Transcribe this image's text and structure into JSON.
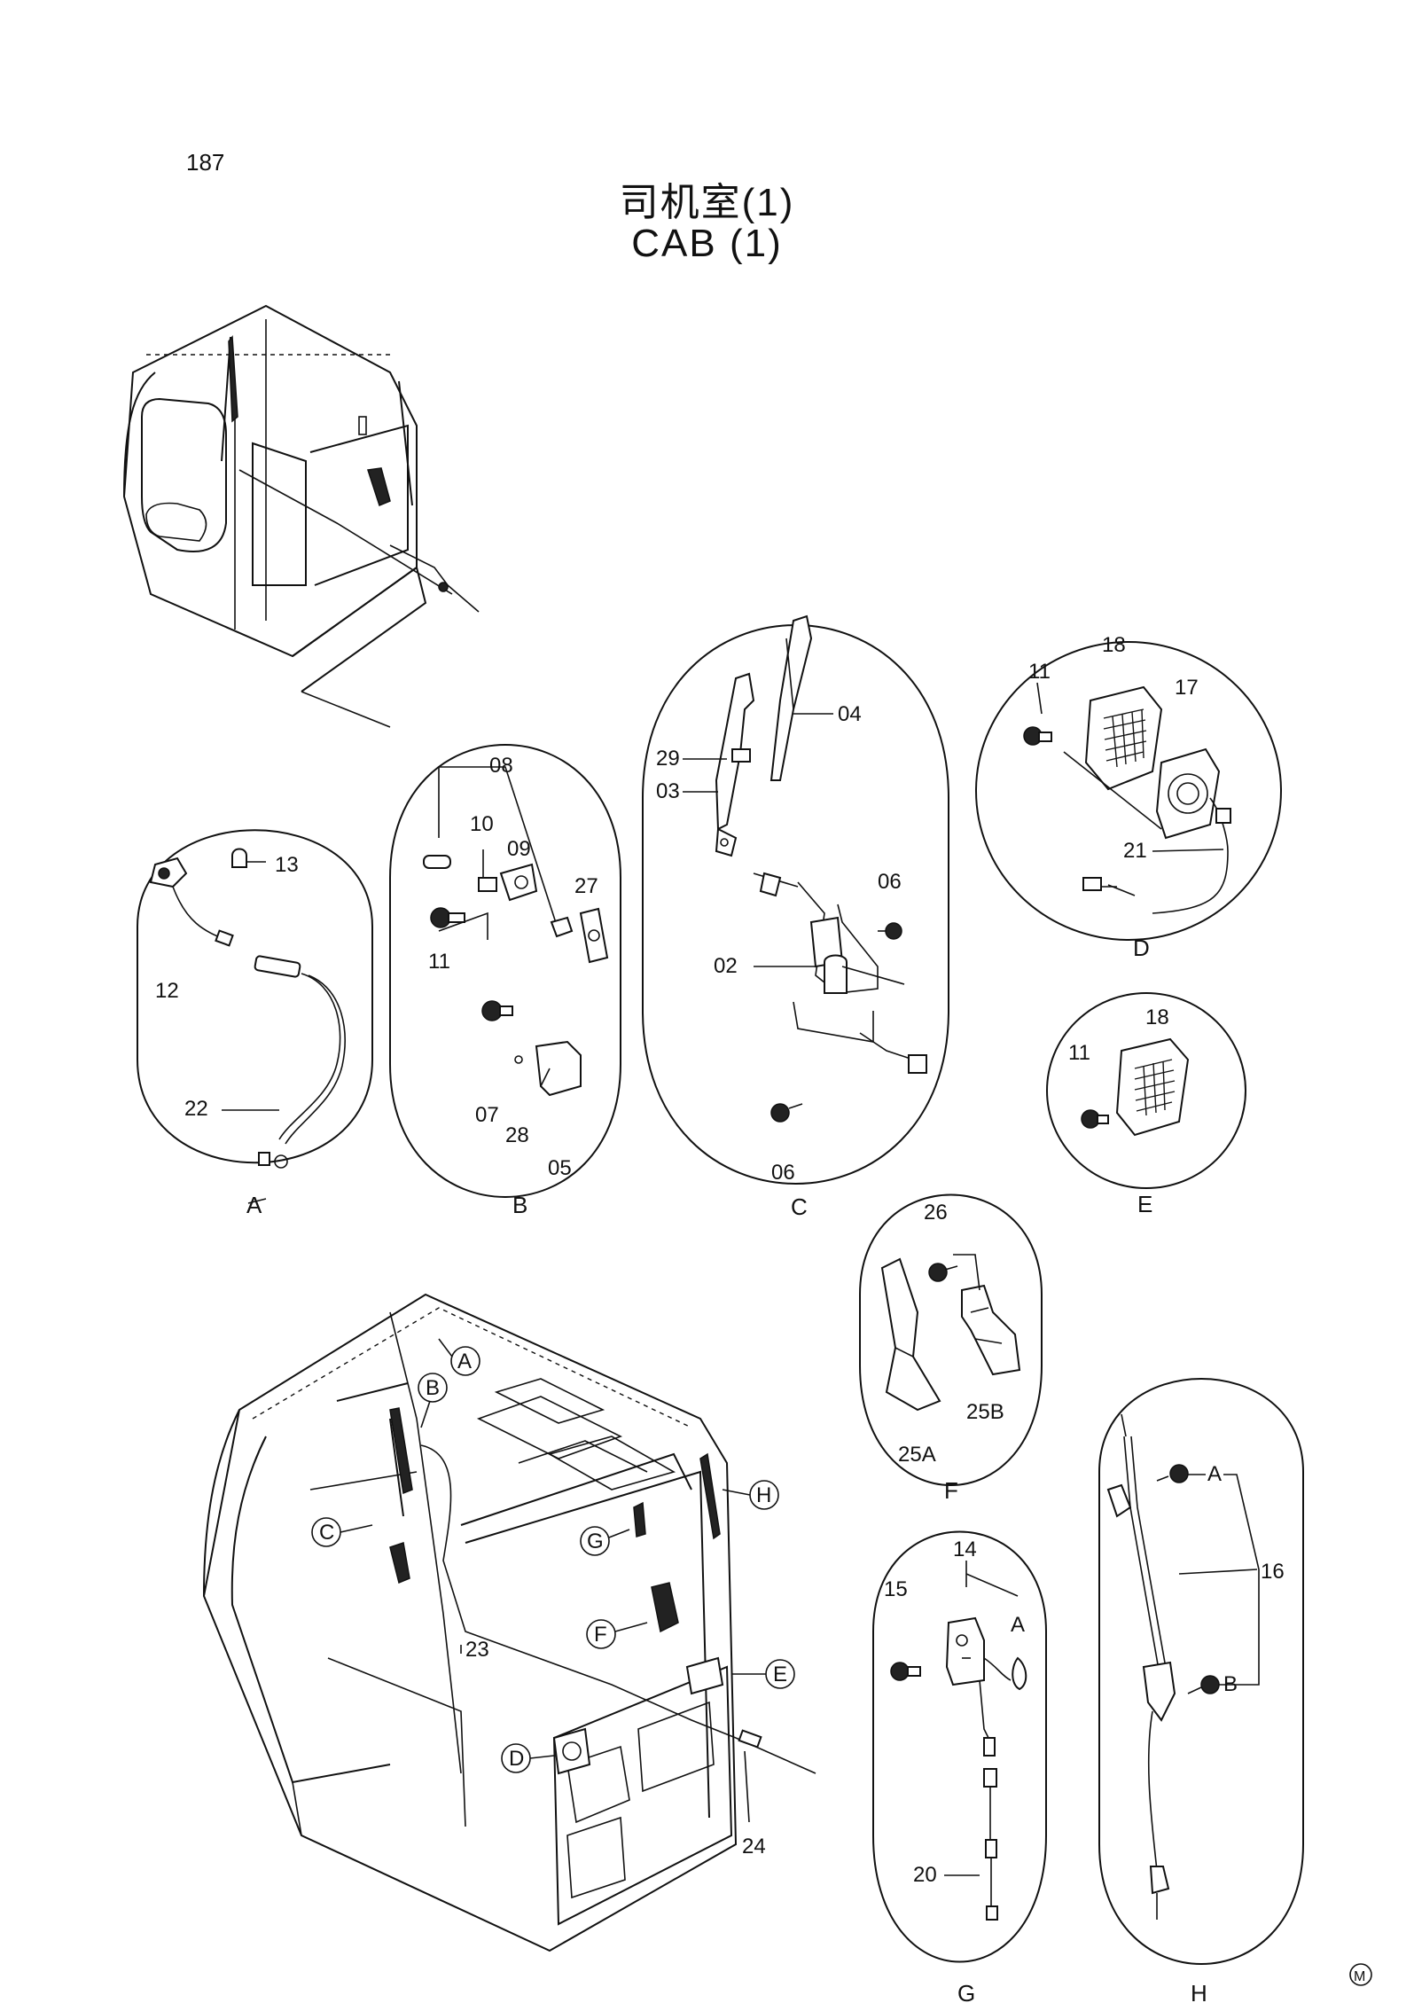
{
  "page_number": "187",
  "title_cn": "司机室(1)",
  "title_en": "CAB  (1)",
  "details": [
    {
      "letter": "A",
      "parts": [
        "13",
        "12",
        "22"
      ]
    },
    {
      "letter": "B",
      "parts": [
        "08",
        "10",
        "09",
        "27",
        "11",
        "07",
        "28",
        "05"
      ]
    },
    {
      "letter": "C",
      "parts": [
        "04",
        "29",
        "03",
        "06",
        "02",
        "06"
      ]
    },
    {
      "letter": "D",
      "parts": [
        "18",
        "11",
        "17",
        "21"
      ]
    },
    {
      "letter": "E",
      "parts": [
        "11",
        "18"
      ]
    },
    {
      "letter": "F",
      "parts": [
        "26",
        "25A",
        "25B"
      ]
    },
    {
      "letter": "G",
      "parts": [
        "14",
        "15",
        "A",
        "20"
      ]
    },
    {
      "letter": "H",
      "parts": [
        "A",
        "16",
        "B"
      ]
    }
  ],
  "cab_callouts": [
    "A",
    "B",
    "C",
    "G",
    "H",
    "F",
    "E",
    "D"
  ],
  "cab_parts": [
    "23",
    "24"
  ],
  "corner_mark": "M"
}
